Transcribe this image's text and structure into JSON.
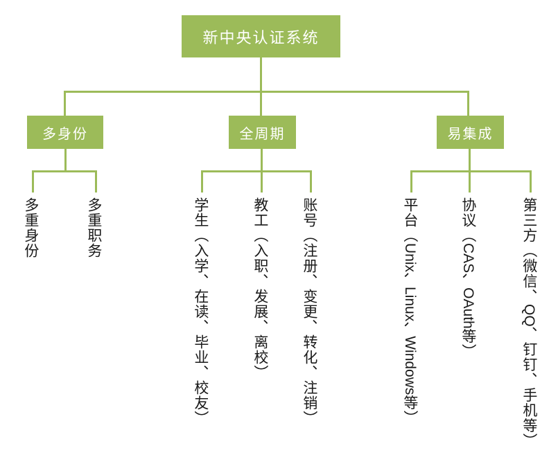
{
  "diagram": {
    "type": "tree",
    "title": "新中央认证系统",
    "accent_color": "#9cbb59",
    "box_text_color": "#ffffff",
    "leaf_text_color": "#1a1a1a",
    "background": "#ffffff"
  },
  "root": {
    "label": "新中央认证系统"
  },
  "branches": [
    {
      "id": "identity",
      "label": "多身份",
      "leaves": [
        {
          "id": "multi-identity",
          "label": "多重身份"
        },
        {
          "id": "multi-duty",
          "label": "多重职务"
        }
      ]
    },
    {
      "id": "lifecycle",
      "label": "全周期",
      "leaves": [
        {
          "id": "student",
          "label": "学生（入学、在读、毕业、校友）"
        },
        {
          "id": "staff",
          "label": "教工（入职、发展、离校）"
        },
        {
          "id": "account",
          "label": "账号（注册、变更、转化、注销）"
        }
      ]
    },
    {
      "id": "integration",
      "label": "易集成",
      "leaves": [
        {
          "id": "platform",
          "prefix": "平台（",
          "latin": "Unix、Linux、Windows",
          "suffix": "等）",
          "label": "平台（Unix、Linux、Windows等）"
        },
        {
          "id": "protocol",
          "prefix": "协议（",
          "latin": "CAS、OAuth",
          "suffix": "等）",
          "label": "协议（CAS、OAuth等）"
        },
        {
          "id": "third-party",
          "prefix": "第三方（微信、",
          "latin": "QQ",
          "suffix": "、钉钉、手机等）",
          "label": "第三方（微信、QQ、钉钉、手机等）"
        }
      ]
    }
  ]
}
